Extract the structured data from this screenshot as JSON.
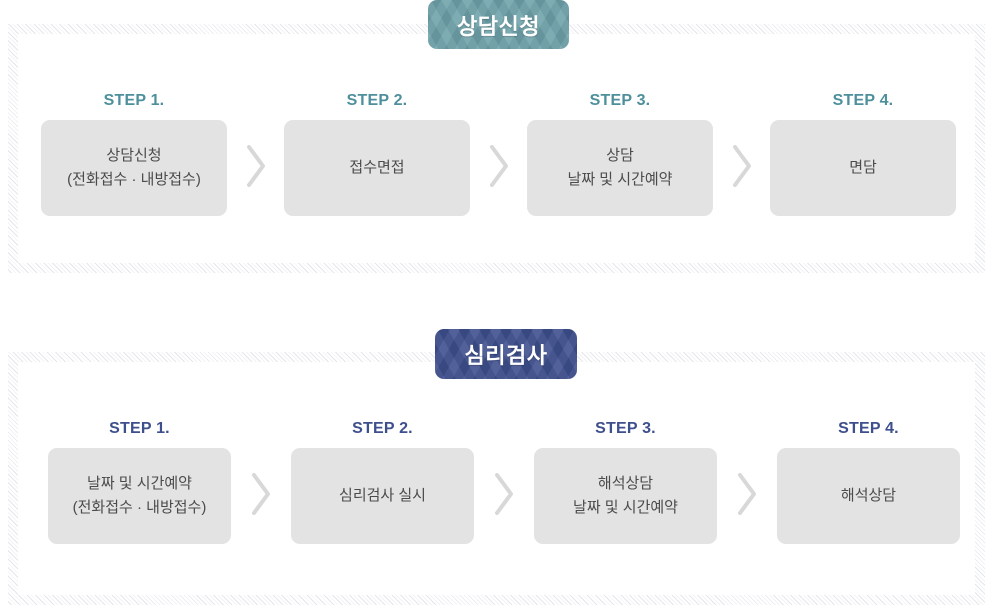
{
  "sections": [
    {
      "id": "consultation-request",
      "badge_label": "상담신청",
      "badge_color": "#6fa3ab",
      "label_color": "#4e8f9c",
      "steps": [
        {
          "label": "STEP 1.",
          "lines": [
            "상담신청",
            "(전화접수 · 내방접수)"
          ]
        },
        {
          "label": "STEP 2.",
          "lines": [
            "접수면접"
          ]
        },
        {
          "label": "STEP 3.",
          "lines": [
            "상담",
            "날짜 및 시간예약"
          ]
        },
        {
          "label": "STEP 4.",
          "lines": [
            "면담"
          ]
        }
      ],
      "separator_icon": "chevron-right-icon"
    },
    {
      "id": "psychological-test",
      "badge_label": "심리검사",
      "badge_color": "#3e4f8e",
      "label_color": "#3e4f8e",
      "steps": [
        {
          "label": "STEP 1.",
          "lines": [
            "날짜 및 시간예약",
            "(전화접수 · 내방접수)"
          ]
        },
        {
          "label": "STEP 2.",
          "lines": [
            "심리검사 실시"
          ]
        },
        {
          "label": "STEP 3.",
          "lines": [
            "해석상담",
            "날짜 및 시간예약"
          ]
        },
        {
          "label": "STEP 4.",
          "lines": [
            "해석상담"
          ]
        }
      ],
      "separator_icon": "chevron-right-icon"
    }
  ],
  "theme": {
    "box_bg": "#e3e3e3",
    "box_text": "#4b4b4b",
    "chevron_color": "#d8d8d8",
    "hatch_line": "#e4e6ea",
    "panel_bg": "#ffffff"
  }
}
